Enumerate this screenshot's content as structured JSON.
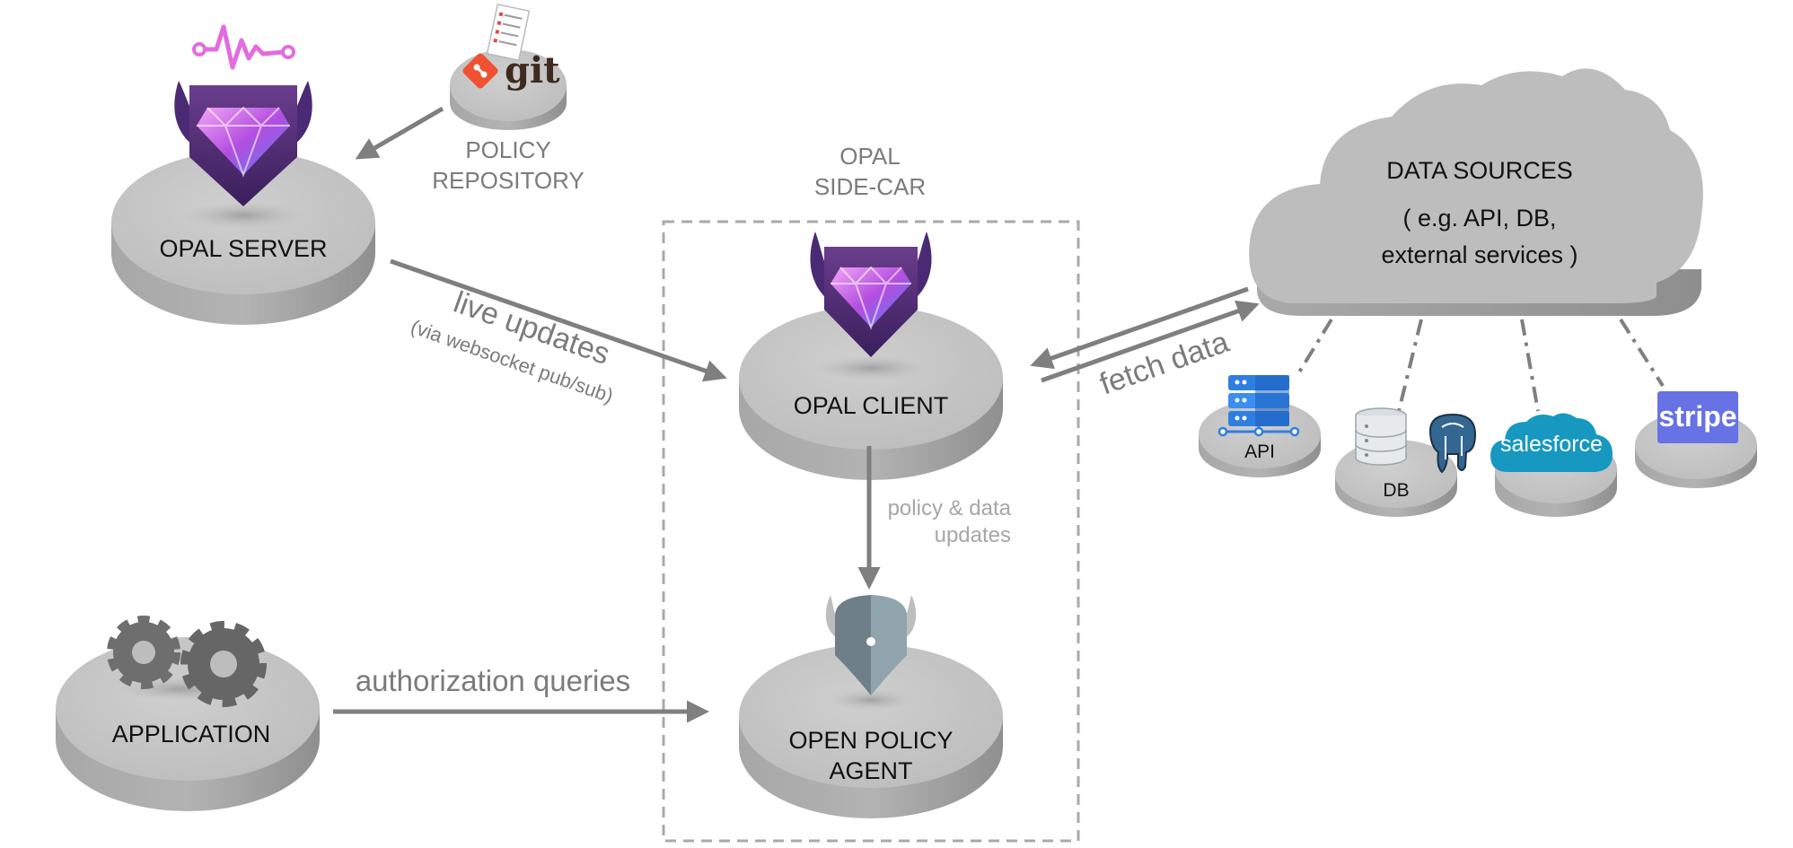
{
  "colors": {
    "disk_top": "#c4c4c4",
    "disk_side": "#9e9e9e",
    "arrow": "#7f7f7f",
    "cloud": "#bdbdbd",
    "gem_dark": "#4a2a74",
    "gem_pink": "#e26ce0",
    "git_red": "#f05133",
    "stripe": "#6772e5",
    "salesforce": "#1798c1",
    "postgres": "#336791"
  },
  "nodes": {
    "opal_server": "OPAL SERVER",
    "policy_repository": [
      "POLICY",
      "REPOSITORY"
    ],
    "git_logo": "git",
    "sidecar": [
      "OPAL",
      "SIDE-CAR"
    ],
    "opal_client": "OPAL CLIENT",
    "opa": [
      "OPEN POLICY",
      "AGENT"
    ],
    "application": "APPLICATION",
    "data_sources": {
      "title": "DATA SOURCES",
      "line2": "( e.g. API, DB,",
      "line3": "external services )"
    },
    "api": "API",
    "db": "DB",
    "salesforce_logo": "salesforce",
    "stripe_logo": "stripe"
  },
  "edges": {
    "live_updates": "live updates",
    "live_updates_sub": "(via websocket pub/sub)",
    "fetch_data": "fetch data",
    "policy_data_updates": [
      "policy & data",
      "updates"
    ],
    "authorization_queries": "authorization queries"
  },
  "icons": [
    "opal-server-icon",
    "git-icon",
    "checklist-icon",
    "opal-client-icon",
    "opa-icon",
    "gears-icon",
    "cloud-icon",
    "api-server-icon",
    "database-icon",
    "postgres-icon",
    "salesforce-icon",
    "stripe-icon"
  ]
}
